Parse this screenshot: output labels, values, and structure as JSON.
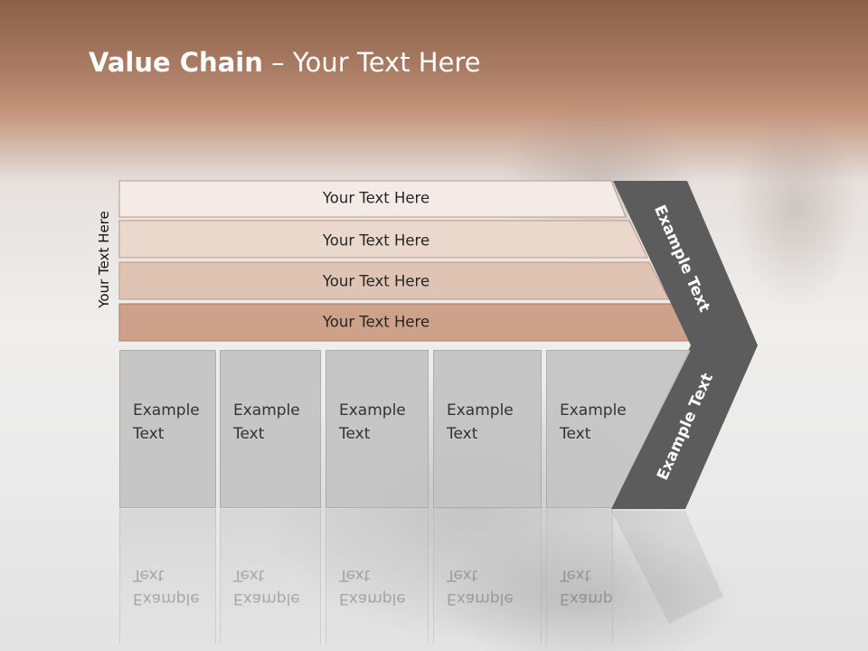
{
  "slide": {
    "title_bold": "Value Chain",
    "title_rest": " – Your Text Here",
    "side_label": "Your Text Here"
  },
  "bands": [
    {
      "label": "Your Text Here",
      "color": "#f4ebe6"
    },
    {
      "label": "Your Text Here",
      "color": "#ead8cd"
    },
    {
      "label": "Your Text Here",
      "color": "#dfc4b3"
    },
    {
      "label": "Your Text Here",
      "color": "#cea18a"
    }
  ],
  "boxes": [
    {
      "label": "Example\nText"
    },
    {
      "label": "Example\nText"
    },
    {
      "label": "Example\nText"
    },
    {
      "label": "Example\nText"
    },
    {
      "label": "Example\nText"
    }
  ],
  "chevron": {
    "upper_label": "Example Text",
    "lower_label": "Example Text",
    "color": "#5c5c5c"
  }
}
